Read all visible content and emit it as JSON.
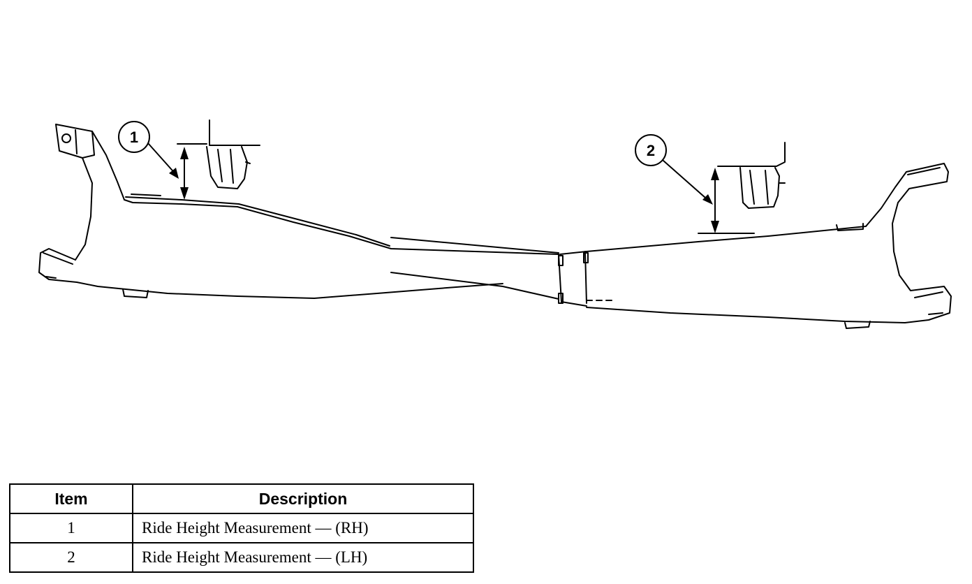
{
  "callouts": [
    {
      "number": "1"
    },
    {
      "number": "2"
    }
  ],
  "legend": {
    "headers": {
      "item": "Item",
      "description": "Description"
    },
    "rows": [
      {
        "item": "1",
        "description": "Ride Height Measurement — (RH)"
      },
      {
        "item": "2",
        "description": "Ride Height Measurement — (LH)"
      }
    ]
  }
}
